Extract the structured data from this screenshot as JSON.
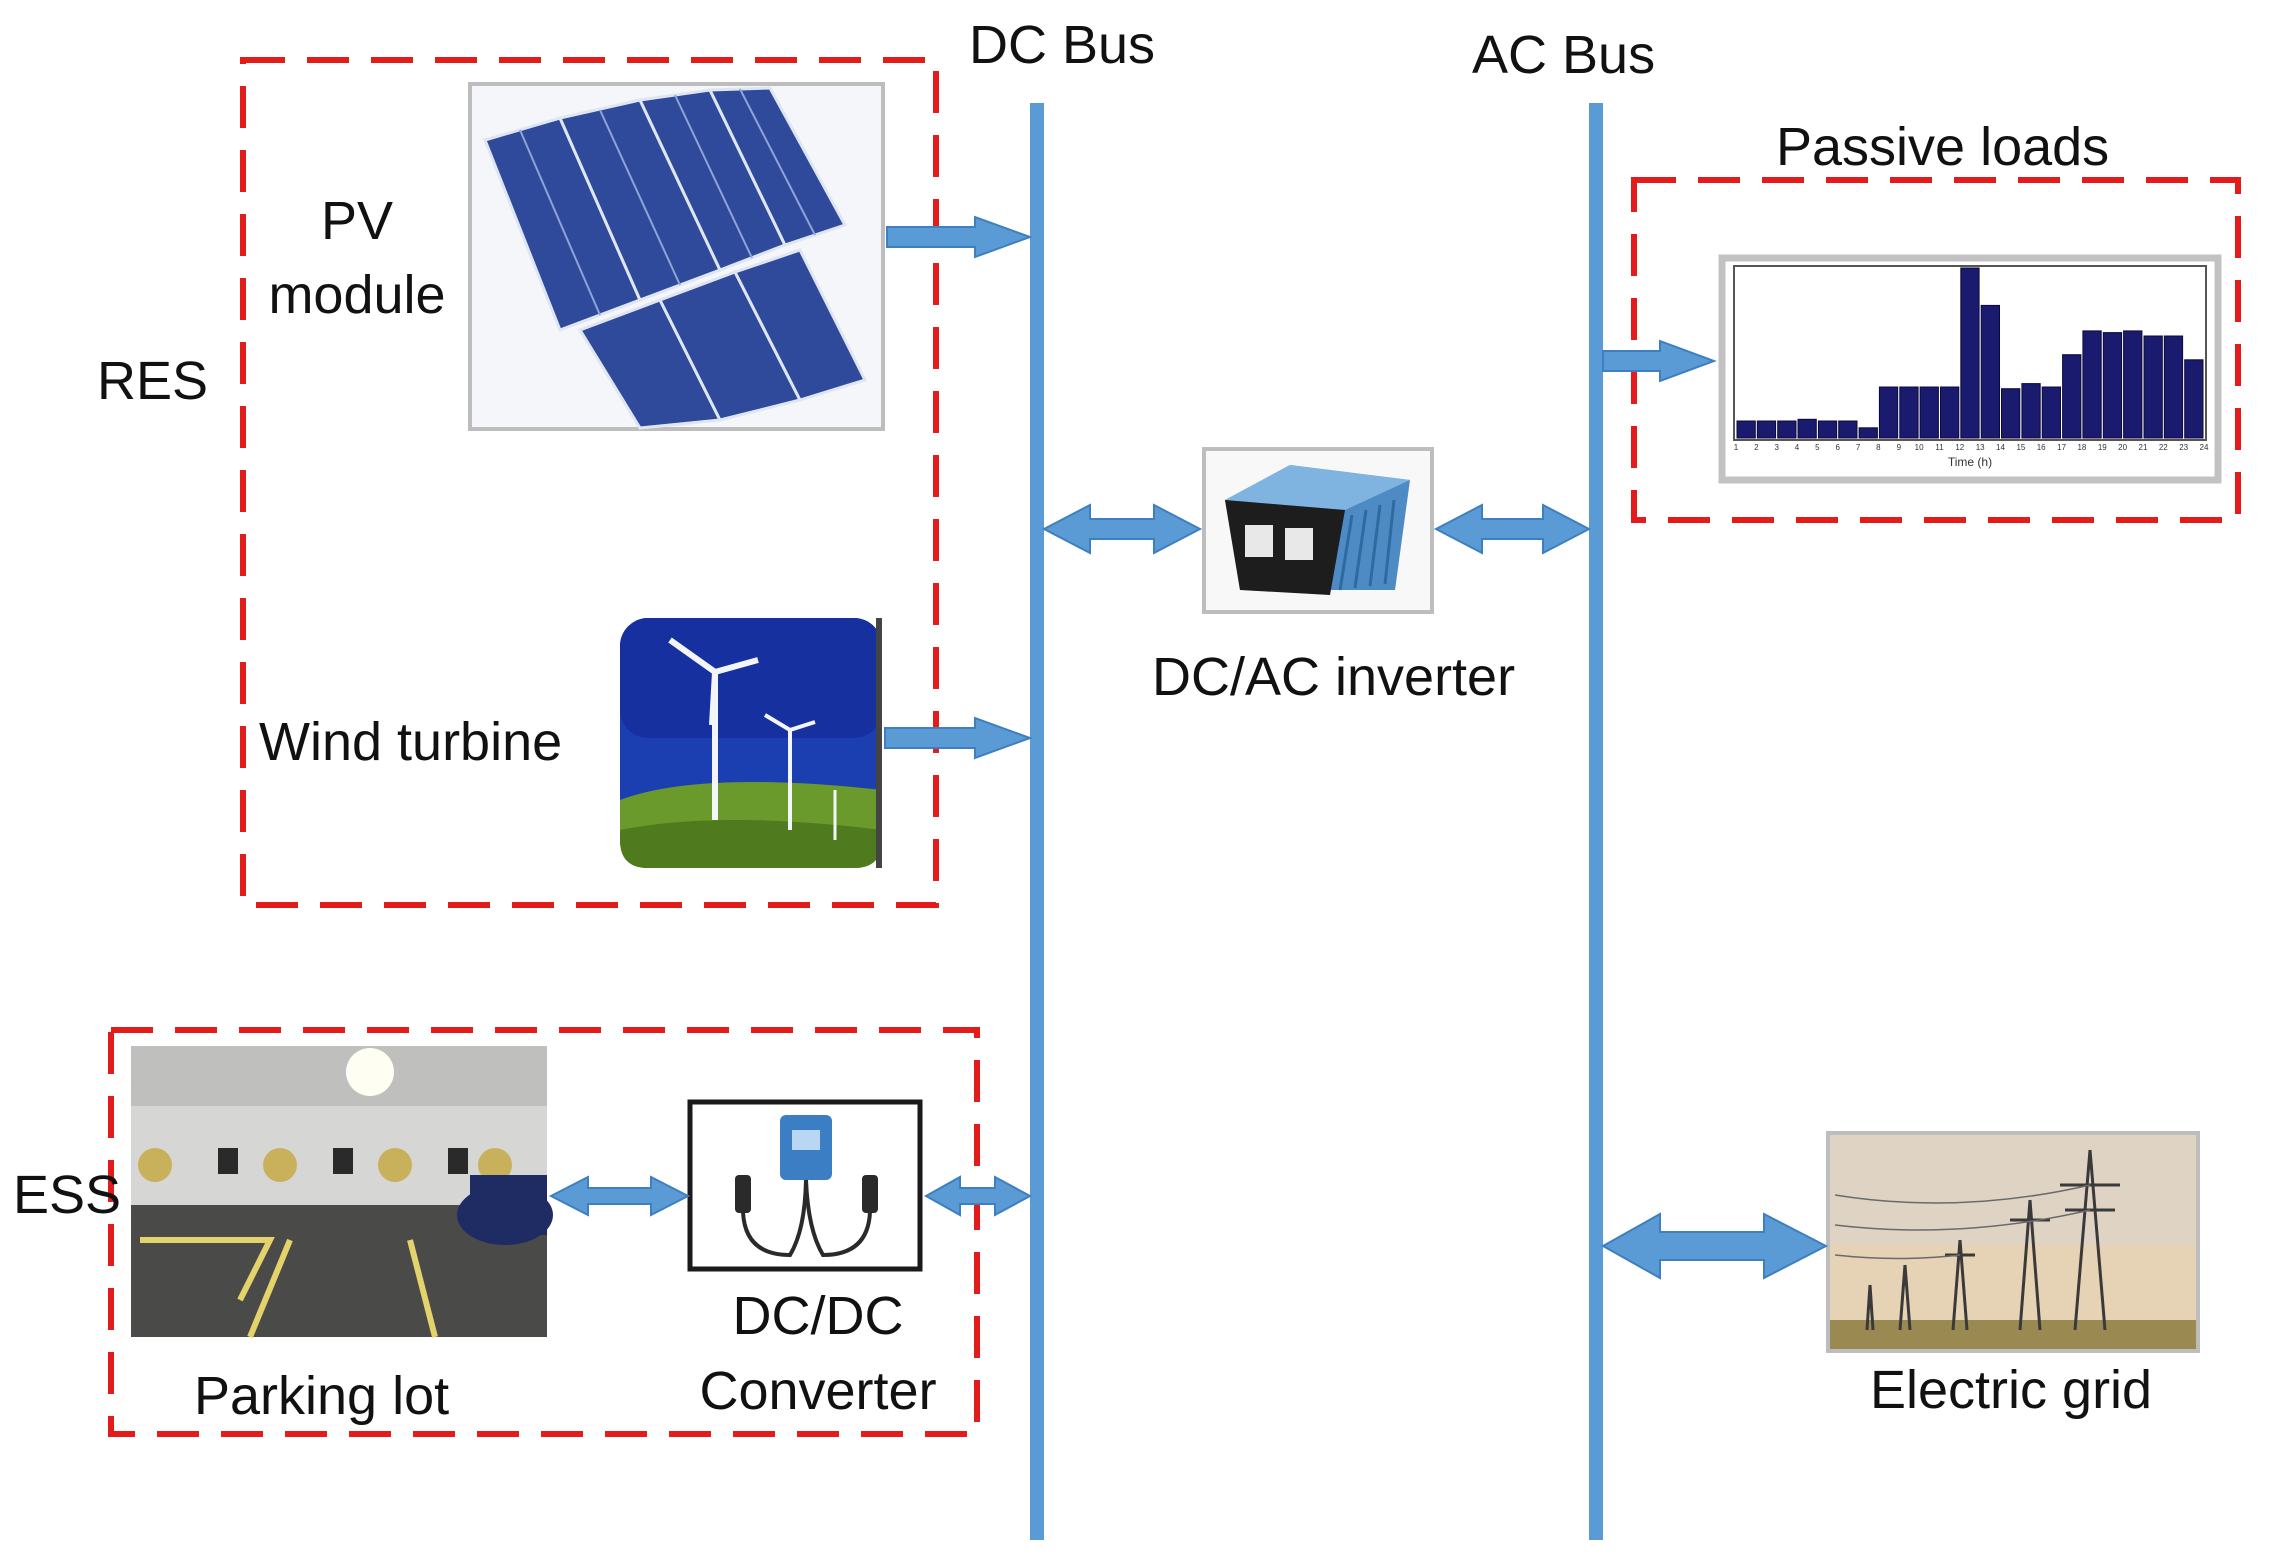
{
  "labels": {
    "dc_bus": "DC Bus",
    "ac_bus": "AC Bus",
    "res": "RES",
    "pv_line1": "PV",
    "pv_line2": "module",
    "wind_turbine": "Wind turbine",
    "dc_ac_inverter": "DC/AC inverter",
    "passive_loads": "Passive loads",
    "ess": "ESS",
    "parking_lot": "Parking lot",
    "dcdc_line1": "DC/DC",
    "dcdc_line2": "Converter",
    "electric_grid": "Electric grid"
  },
  "load_profile": {
    "x_axis_label": "Time (h)",
    "hours": [
      1,
      2,
      3,
      4,
      5,
      6,
      7,
      8,
      9,
      10,
      11,
      12,
      13,
      14,
      15,
      16,
      17,
      18,
      19,
      20,
      21,
      22,
      23,
      24
    ],
    "values": [
      0.1,
      0.1,
      0.1,
      0.11,
      0.1,
      0.1,
      0.06,
      0.3,
      0.3,
      0.3,
      0.3,
      1.0,
      0.78,
      0.29,
      0.32,
      0.3,
      0.49,
      0.63,
      0.62,
      0.63,
      0.6,
      0.6,
      0.46
    ]
  },
  "colors": {
    "bus": "#5b9bd5",
    "arrow": "#5b9bd5",
    "arrow_stroke": "#3d7fc0",
    "dashed_box": "#e31b1b",
    "bar": "#1a1a6e"
  }
}
